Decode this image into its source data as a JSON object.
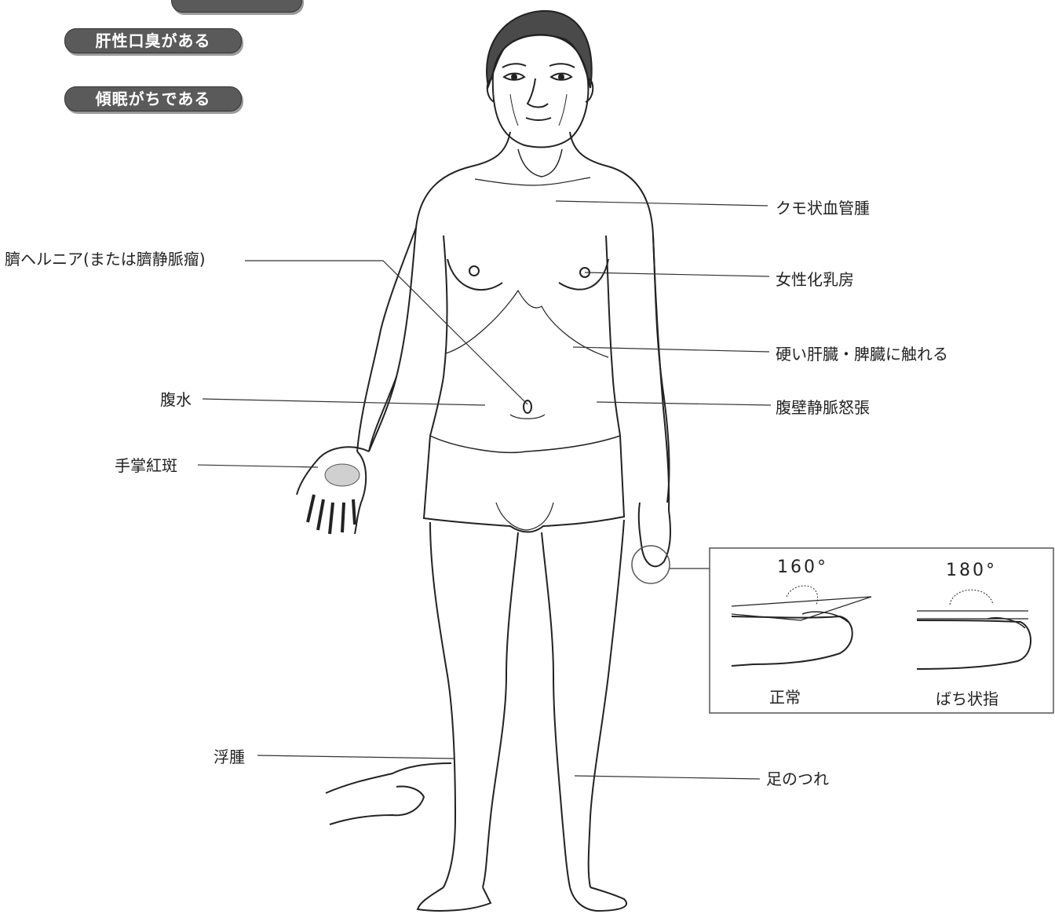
{
  "badges": [
    "肝性口臭がある",
    "傾眠がちである"
  ],
  "labels": {
    "spider": "クモ状血管腫",
    "gyneco": "女性化乳房",
    "liver": "硬い肝臓・脾臓に触れる",
    "wall": "腹壁静脈怒張",
    "umbilical": "臍ヘルニア(または臍静脈瘤)",
    "ascites": "腹水",
    "palmar": "手掌紅斑",
    "edema": "浮腫",
    "cramp": "足のつれ"
  },
  "inset": {
    "normal_angle": "160°",
    "clubbed_angle": "180°",
    "normal_caption": "正常",
    "clubbed_caption": "ばち状指"
  }
}
